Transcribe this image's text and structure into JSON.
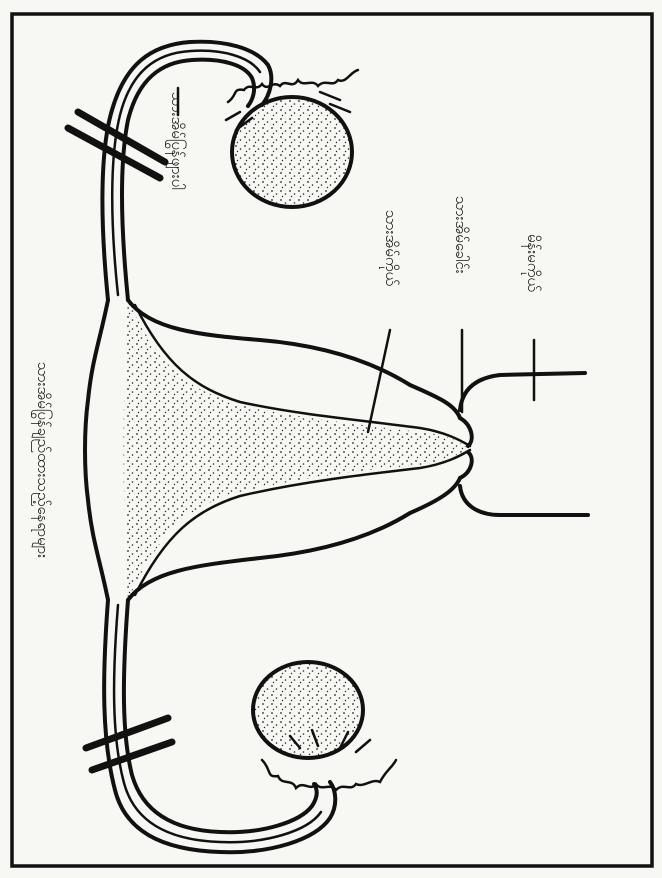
{
  "labels": {
    "tube_left_upper": "သားအိမ်ပြွန်ဖျားပါ",
    "uterus_body": "သားအိမ်ကိုယ်",
    "cervix": "သားအိမ်ခေါင်း",
    "vagina": "မိန်းမကိုယ်",
    "tied_tubes_caption": "သားအိမ်ပြွန်ချည်ထားသည့်နေရာများ"
  }
}
